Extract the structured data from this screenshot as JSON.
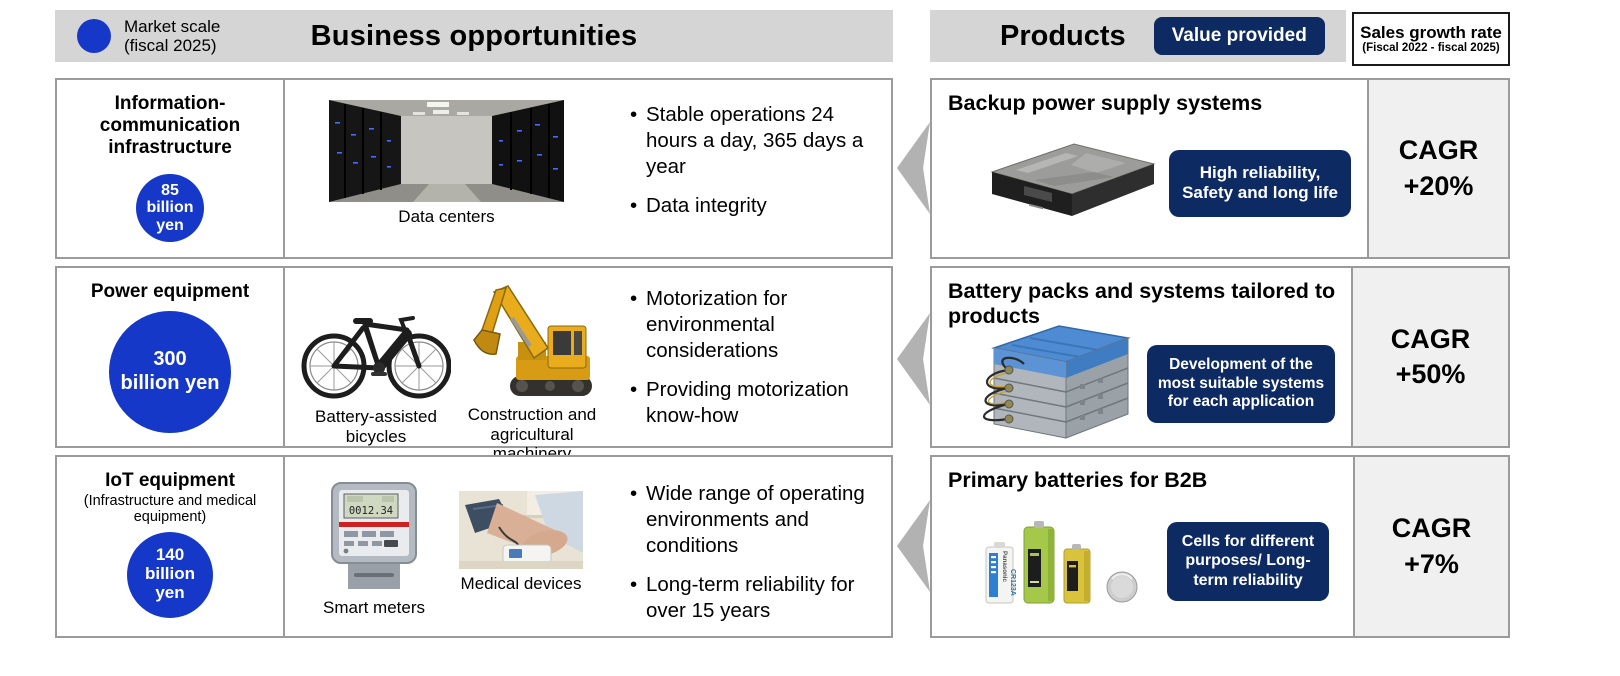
{
  "colors": {
    "accent_blue": "#1538c9",
    "navy_badge": "#0d2a63",
    "header_gray": "#d5d5d5",
    "border_gray": "#9b9b9b",
    "cagr_panel_gray": "#f0f0f0",
    "arrow_gray": "#b2b2b2"
  },
  "header": {
    "legend_label": "Market scale",
    "legend_sub": "(fiscal 2025)",
    "business_title": "Business opportunities",
    "products_title": "Products",
    "value_badge": "Value provided",
    "sales_title": "Sales growth rate",
    "sales_sub": "(Fiscal 2022 - fiscal 2025)"
  },
  "opportunities": [
    {
      "category": "Information-communication infrastructure",
      "market_value": "85",
      "market_unit": "billion yen",
      "figures": [
        {
          "icon": "data-centers-photo",
          "caption": "Data centers"
        }
      ],
      "bullets": [
        "Stable operations 24 hours a day, 365 days a year",
        "Data integrity"
      ]
    },
    {
      "category": "Power equipment",
      "market_value": "300",
      "market_unit": "billion yen",
      "figures": [
        {
          "icon": "battery-assisted-bicycle-photo",
          "caption": "Battery-assisted bicycles"
        },
        {
          "icon": "excavator-photo",
          "caption": "Construction and agricultural machinery"
        }
      ],
      "bullets": [
        "Motorization for environmental considerations",
        "Providing motorization know-how"
      ]
    },
    {
      "category": "IoT equipment",
      "category_sub": "(Infrastructure and medical equipment)",
      "market_value": "140",
      "market_unit": "billion yen",
      "figures": [
        {
          "icon": "smart-meter-photo",
          "caption": "Smart meters"
        },
        {
          "icon": "medical-devices-photo",
          "caption": "Medical devices"
        }
      ],
      "bullets": [
        "Wide range of operating environments and conditions",
        "Long-term reliability for over 15 years"
      ]
    }
  ],
  "products": [
    {
      "title": "Backup power supply systems",
      "value_provided": "High reliability, Safety and long life",
      "cagr_label": "CAGR",
      "cagr_value": "+20%"
    },
    {
      "title": "Battery packs and systems tailored to products",
      "value_provided": "Development of the most suitable systems for each application",
      "cagr_label": "CAGR",
      "cagr_value": "+50%"
    },
    {
      "title": "Primary batteries for B2B",
      "value_provided": "Cells for different purposes/ Long-term reliability",
      "cagr_label": "CAGR",
      "cagr_value": "+7%"
    }
  ],
  "image_text": {
    "smart_meter_display": "0012.34",
    "battery_label_1": "CR123A",
    "battery_brand": "Panasonic"
  }
}
